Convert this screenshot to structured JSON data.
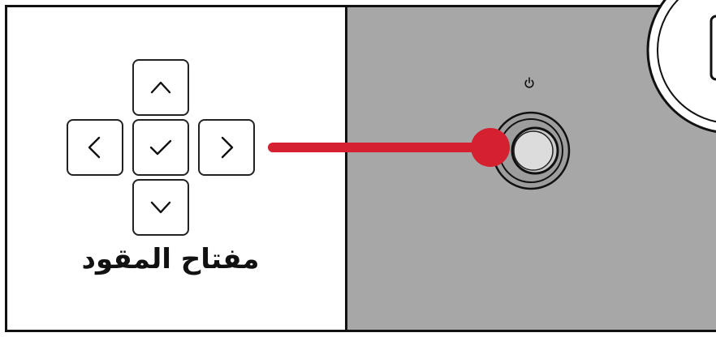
{
  "dpad": {
    "keys": [
      "up",
      "left",
      "ok",
      "right",
      "down"
    ]
  },
  "caption": {
    "text": "مفتاح المقود"
  },
  "power_symbol": {
    "icon": "power-icon",
    "glyph": "⏻"
  },
  "colors": {
    "callout_line": "#d4202f",
    "panel_gray": "#a7a7a8",
    "outline": "#111111"
  }
}
